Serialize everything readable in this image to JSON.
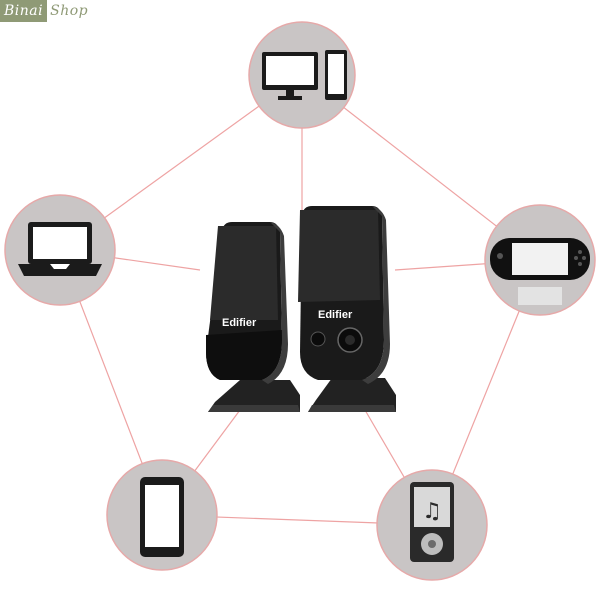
{
  "watermark": {
    "part1": "Binai",
    "part2": "Shop"
  },
  "speakers": {
    "brand_label": "Edifier",
    "left_brand": "Edifier",
    "right_brand": "Edifier"
  },
  "devices": [
    {
      "name": "desktop-monitor-and-tower"
    },
    {
      "name": "laptop"
    },
    {
      "name": "handheld-game-console"
    },
    {
      "name": "smartphone"
    },
    {
      "name": "mp3-player"
    }
  ],
  "colors": {
    "circle_fill": "#c9c5c5",
    "circle_stroke": "#e6a9a9",
    "connector": "#eea3a3",
    "speaker_body": "#1a1a1a",
    "watermark": "#8f9a76"
  }
}
